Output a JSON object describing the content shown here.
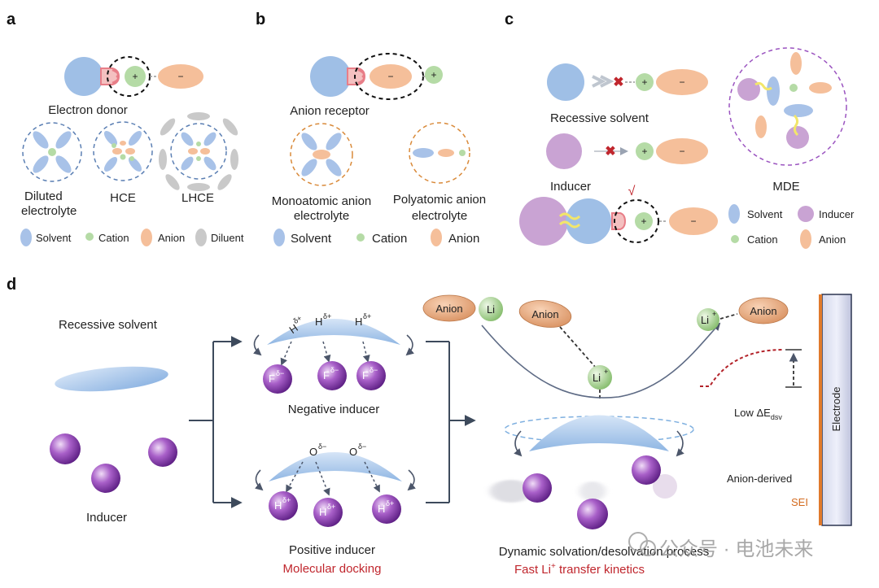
{
  "colors": {
    "solvent": "#9fbfe6",
    "cation": "#b5dba6",
    "anion": "#f5bf9a",
    "diluent": "#c9c9c9",
    "inducer": "#c9a3d3",
    "inducer_sphere": "#8e3fb5",
    "accent_red": "#c0262d",
    "electrode_side": "#e07a2c",
    "arrow": "#3d4a5c"
  },
  "panels": {
    "a": {
      "letter": "a",
      "caption_donor": "Electron donor",
      "diluted": [
        "Diluted",
        "electrolyte"
      ],
      "hce": "HCE",
      "lhce": "LHCE",
      "cation_sign": "+",
      "anion_sign": "−",
      "legend": {
        "solvent": "Solvent",
        "cation": "Cation",
        "anion": "Anion",
        "diluent": "Diluent"
      }
    },
    "b": {
      "letter": "b",
      "caption_receptor": "Anion receptor",
      "mono": [
        "Monoatomic anion",
        "electrolyte"
      ],
      "poly": [
        "Polyatomic anion",
        "electrolyte"
      ],
      "cation_sign": "+",
      "anion_sign": "−",
      "legend": {
        "solvent": "Solvent",
        "cation": "Cation",
        "anion": "Anion"
      }
    },
    "c": {
      "letter": "c",
      "recessive": "Recessive solvent",
      "inducer": "Inducer",
      "check": "√",
      "mde": "MDE",
      "cation_sign": "+",
      "anion_sign": "−",
      "legend": {
        "solvent": "Solvent",
        "inducer": "Inducer",
        "cation": "Cation",
        "anion": "Anion"
      }
    },
    "d": {
      "letter": "d",
      "recessive_solvent": "Recessive solvent",
      "inducer": "Inducer",
      "negative_inducer": "Negative inducer",
      "positive_inducer": "Positive inducer",
      "molecular_docking": "Molecular docking",
      "h_delta": "H",
      "h_sup": "δ+",
      "f_delta": "F",
      "f_sup": "δ−",
      "o_delta": "O",
      "o_sup": "δ−",
      "anion": "Anion",
      "li": "Li",
      "li_sup": "+",
      "low_e_prefix": "Low ΔE",
      "low_e_sub": "dsv",
      "electrode": "Electrode",
      "anion_derived": "Anion-derived",
      "sei": "SEI",
      "process": "Dynamic solvation/desolvation process",
      "kinetics_prefix": "Fast Li",
      "kinetics_sup": "+",
      "kinetics_suffix": " transfer kinetics"
    }
  },
  "watermark": {
    "text": "公众号 · 电池未来"
  }
}
